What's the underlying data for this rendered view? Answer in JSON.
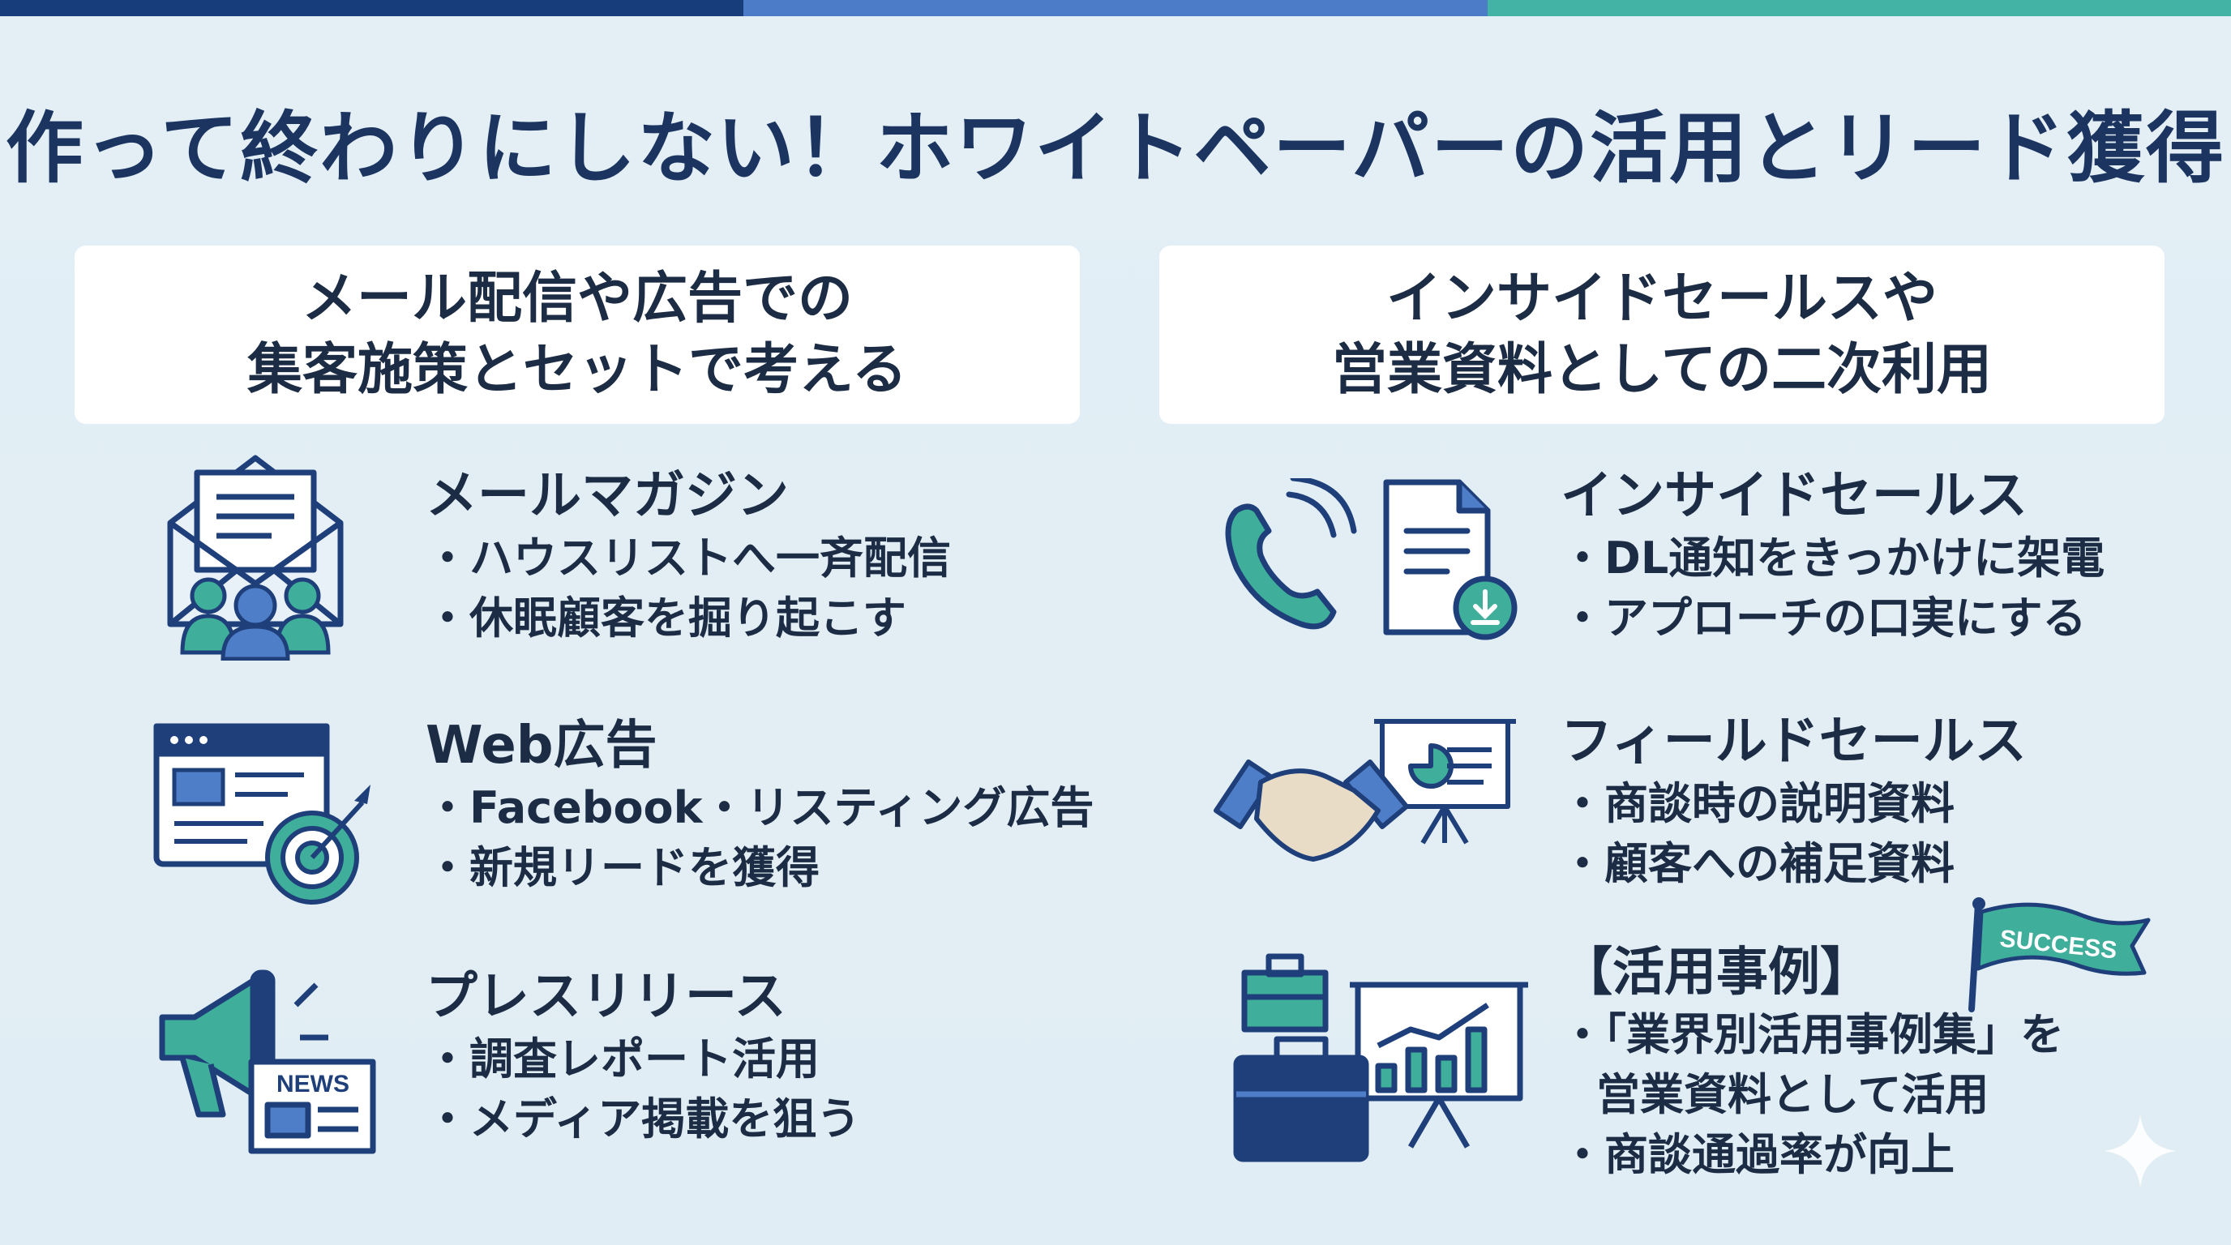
{
  "colors": {
    "navy": "#1e3f7a",
    "blue": "#4f7ec8",
    "teal": "#3fae9a",
    "dark": "#1c2c44",
    "bar_navy": "#173d7a",
    "bar_blue": "#4c7cc7",
    "bar_teal": "#42b3a4"
  },
  "title": "作って終わりにしない！ホワイトペーパーの活用とリード獲得",
  "left": {
    "heading_line1": "メール配信や広告での",
    "heading_line2": "集客施策とセットで考える",
    "items": [
      {
        "icon": "mail-audience-icon",
        "title": "メールマガジン",
        "bullets": [
          "・ハウスリストへ一斉配信",
          "・休眠顧客を掘り起こす"
        ]
      },
      {
        "icon": "web-ad-target-icon",
        "title": "Web広告",
        "bullets": [
          "・Facebook・リスティング広告",
          "・新規リードを獲得"
        ]
      },
      {
        "icon": "megaphone-news-icon",
        "title": "プレスリリース",
        "bullets": [
          "・調査レポート活用",
          "・メディア掲載を狙う"
        ]
      }
    ]
  },
  "right": {
    "heading_line1": "インサイドセールスや",
    "heading_line2": "営業資料としての二次利用",
    "items": [
      {
        "icon": "phone-document-icon",
        "title": "インサイドセールス",
        "bullets": [
          "・DL通知をきっかけに架電",
          "・アプローチの口実にする"
        ]
      },
      {
        "icon": "handshake-presentation-icon",
        "title": "フィールドセールス",
        "bullets": [
          "・商談時の説明資料",
          "・顧客への補足資料"
        ]
      },
      {
        "icon": "briefcase-chart-icon",
        "title": "【活用事例】",
        "bullets": [
          "・「業界別活用事例集」を",
          "営業資料として活用",
          "・商談通過率が向上"
        ]
      }
    ],
    "flag_text": "SUCCESS"
  },
  "news_label": "NEWS"
}
